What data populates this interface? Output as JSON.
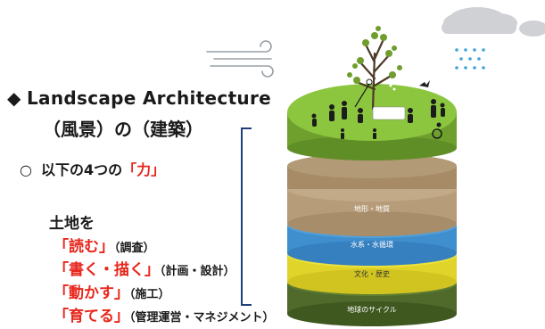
{
  "heading": {
    "bullet": "◆",
    "line1": "Landscape Architecture",
    "line2": "（風景）の（建築）"
  },
  "intro": {
    "bullet": "○",
    "text": "以下の4つの",
    "highlight": "「力」"
  },
  "land_label": "土地を",
  "powers": [
    {
      "verb": "「読む」",
      "note": "（調査）"
    },
    {
      "verb": "「書く・描く」",
      "note": "（計画・設計）"
    },
    {
      "verb": "「動かす」",
      "note": "（施工）"
    },
    {
      "verb": "「育てる」",
      "note": "（管理運営・マネジメント）"
    }
  ],
  "layers": [
    {
      "label": "地形・地質"
    },
    {
      "label": "水系・水循環"
    },
    {
      "label": "文化・歴史"
    },
    {
      "label": "地球のサイクル"
    }
  ],
  "colors": {
    "accent_red": "#e8261c",
    "bracket_blue": "#1f3f7a",
    "grass": "#8cc63f",
    "soil": "#b79c7a",
    "water": "#3f8fcf",
    "yellow": "#e8dc2a",
    "dark_green": "#4f6a2a"
  }
}
